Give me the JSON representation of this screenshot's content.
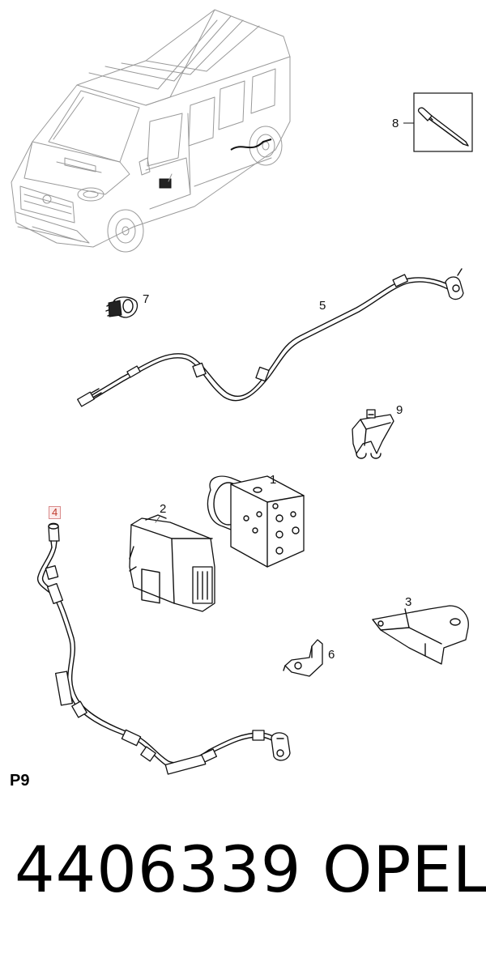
{
  "diagram": {
    "callouts": [
      {
        "id": "1",
        "label": "1"
      },
      {
        "id": "2",
        "label": "2"
      },
      {
        "id": "3",
        "label": "3"
      },
      {
        "id": "4",
        "label": "4",
        "highlighted": true
      },
      {
        "id": "5",
        "label": "5"
      },
      {
        "id": "6",
        "label": "6"
      },
      {
        "id": "7",
        "label": "7"
      },
      {
        "id": "8",
        "label": "8"
      },
      {
        "id": "9",
        "label": "9"
      }
    ],
    "page_label": "P9",
    "highlight_color": "#c0392b"
  },
  "footer": {
    "part_number": "4406339",
    "brand": "OPEL"
  }
}
